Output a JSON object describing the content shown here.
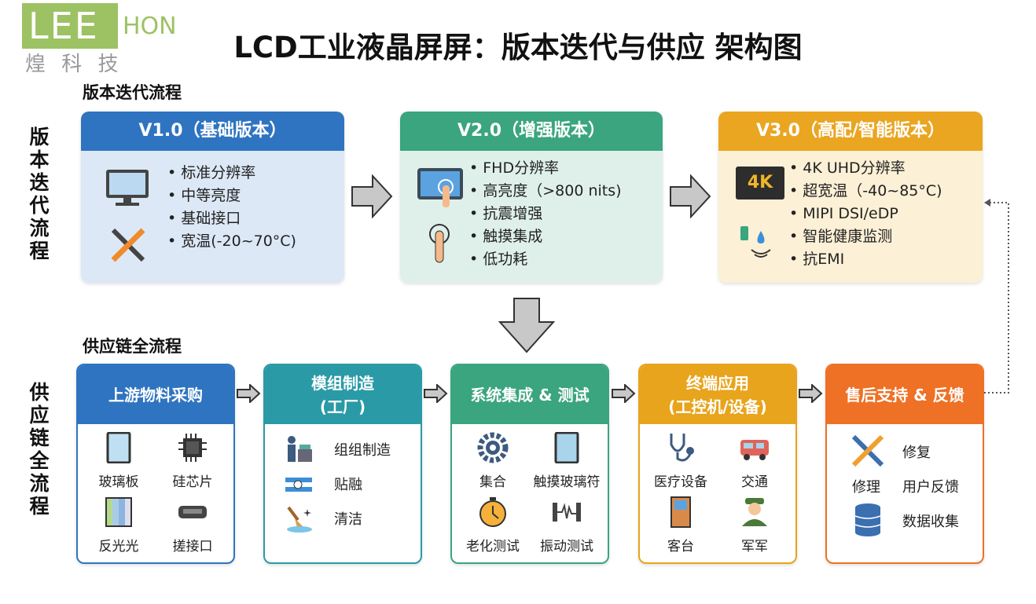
{
  "title": "LCD工业液晶屏屏：版本迭代与供应 架构图",
  "watermark": {
    "logo_a": "LEE",
    "logo_b": "HON",
    "tagline": "煌 科 技"
  },
  "version_section": {
    "label": "版本迭代流程",
    "side_label": "版本迭代流程"
  },
  "versions": [
    {
      "title": "V1.0（基础版本）",
      "color": "#2f74c0",
      "bg": "#dce8f5",
      "icons": [
        "monitor-icon",
        "tools-icon"
      ],
      "items": [
        "标准分辨率",
        "中等亮度",
        "基础接口",
        "宽温(-20~70°C)"
      ]
    },
    {
      "title": "V2.0（增强版本）",
      "color": "#3aa57f",
      "bg": "#dff0ea",
      "icons": [
        "touch-tablet-icon",
        "touch-hand-icon"
      ],
      "items": [
        "FHD分辨率",
        "高亮度（>800 nits)",
        "抗震增强",
        "触摸集成",
        "低功耗"
      ]
    },
    {
      "title": "V3.0（高配/智能版本）",
      "color": "#eaa521",
      "bg": "#fcf0d6",
      "icons": [
        "4k-monitor-icon",
        "wireless-sensor-icon"
      ],
      "icon_text": "4K",
      "items": [
        "4K UHD分辨率",
        "超宽温（-40~85°C)",
        "MIPI DSI/eDP",
        "智能健康监测",
        "抗EMI"
      ]
    }
  ],
  "supply_section": {
    "label": "供应链全流程",
    "side_label": "供应链全流程"
  },
  "stages": [
    {
      "title": "上游物料采购",
      "color": "#2f74c0",
      "grid": [
        {
          "icon": "glass-panel-icon",
          "label": "玻璃板"
        },
        {
          "icon": "chip-icon",
          "label": "硅芯片"
        },
        {
          "icon": "backlight-film-icon",
          "label": "反光光"
        },
        {
          "icon": "connector-icon",
          "label": "搓接口"
        }
      ]
    },
    {
      "title": "模组制造\n(工厂)",
      "color": "#2a9aa6",
      "rows": [
        {
          "icon": "worker-icon",
          "label": "组组制造"
        },
        {
          "icon": "bonding-icon",
          "label": "贴融"
        },
        {
          "icon": "cleaning-brush-icon",
          "label": "清洁"
        }
      ]
    },
    {
      "title": "系统集成 & 测试",
      "color": "#3aa57f",
      "grid": [
        {
          "icon": "gear-wrench-icon",
          "label": "集合"
        },
        {
          "icon": "touch-glass-icon",
          "label": "触摸玻璃符"
        },
        {
          "icon": "stopwatch-icon",
          "label": "老化测试"
        },
        {
          "icon": "vibration-icon",
          "label": "振动测试"
        }
      ]
    },
    {
      "title": "终端应用\n(工控机/设备)",
      "color": "#e8a41c",
      "grid": [
        {
          "icon": "stethoscope-icon",
          "label": "医疗设备"
        },
        {
          "icon": "van-icon",
          "label": "交通"
        },
        {
          "icon": "kiosk-icon",
          "label": "客台"
        },
        {
          "icon": "soldier-icon",
          "label": "军军"
        }
      ]
    },
    {
      "title": "售后支持 & 反馈",
      "color": "#ee7125",
      "after": {
        "repair": "修复",
        "repair_caption": "修理",
        "feedback": "用户反馈",
        "data": "数据收集"
      }
    }
  ]
}
